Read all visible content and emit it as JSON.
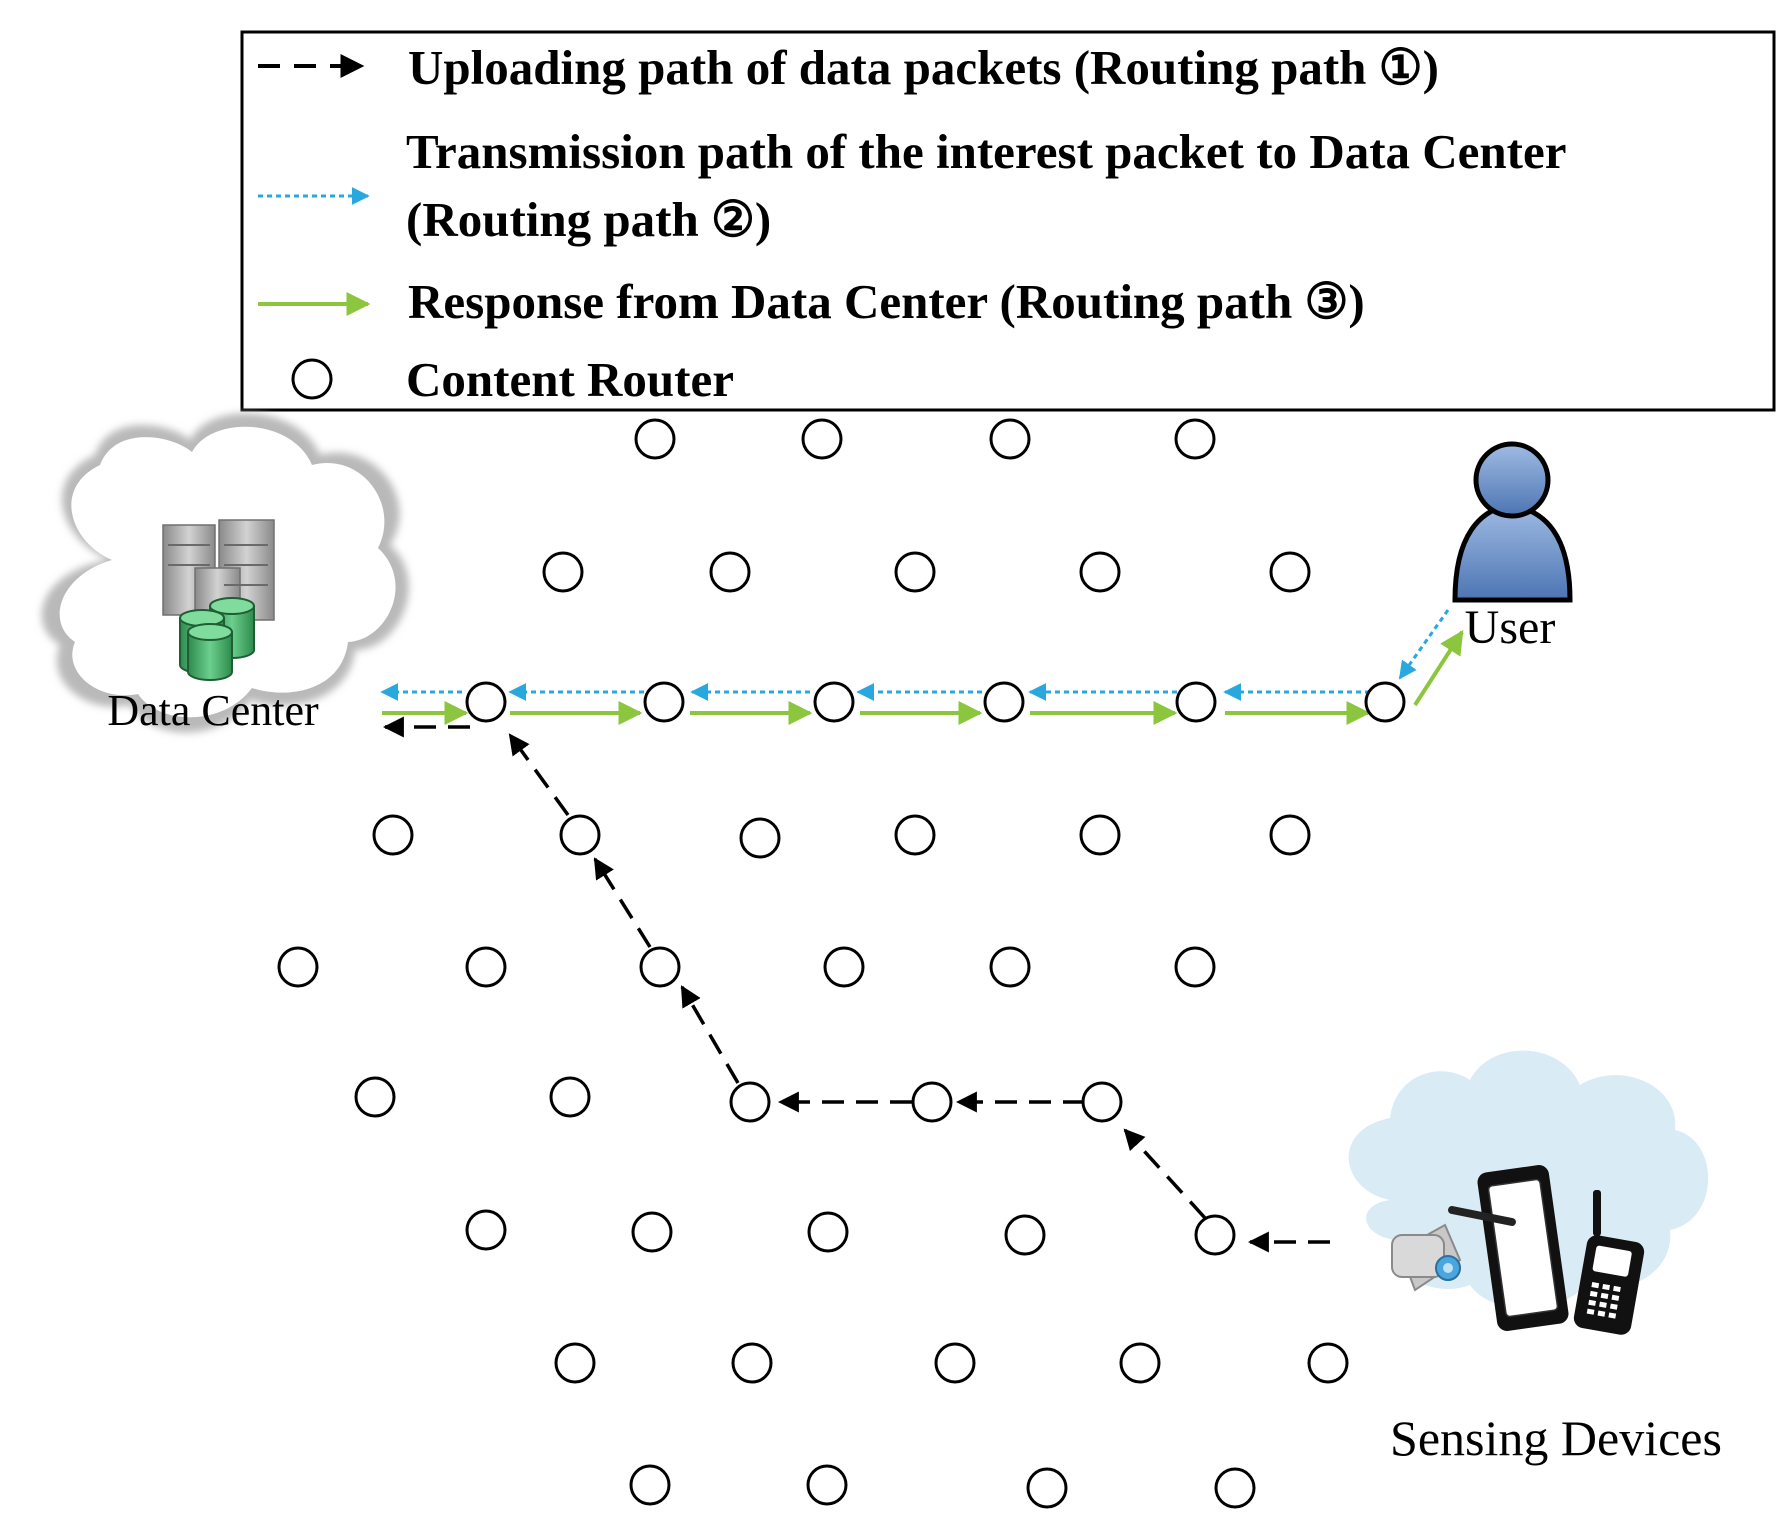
{
  "legend": {
    "items": [
      {
        "key": "upload",
        "lines": [
          "Uploading path of data packets (Routing path ①)"
        ],
        "color": "#000000",
        "style": "dashed"
      },
      {
        "key": "interest",
        "lines": [
          "Transmission path of  the interest packet to Data Center",
          "(Routing path ②)"
        ],
        "color": "#29a8e0",
        "style": "dotted"
      },
      {
        "key": "response",
        "lines": [
          "Response from Data Center (Routing path ③)"
        ],
        "color": "#8cc63f",
        "style": "solid"
      },
      {
        "key": "router",
        "lines": [
          "Content Router"
        ],
        "color": "#000000",
        "style": "circle"
      }
    ]
  },
  "labels": {
    "data_center": "Data Center",
    "user": "User",
    "sensing_devices": "Sensing Devices"
  },
  "colors": {
    "upload": "#000000",
    "interest": "#29a8e0",
    "response": "#8cc63f",
    "user_body": "#6d93c9",
    "database": "#3aa760",
    "server": "#a8a8a8",
    "sensing_cloud": "#d9ebf5",
    "dc_cloud": "#ffffff"
  },
  "icons": {
    "data_center": "server-database-icon",
    "user": "user-person-icon",
    "sensing": [
      "camera-icon",
      "tablet-icon",
      "mobile-phone-icon"
    ]
  }
}
